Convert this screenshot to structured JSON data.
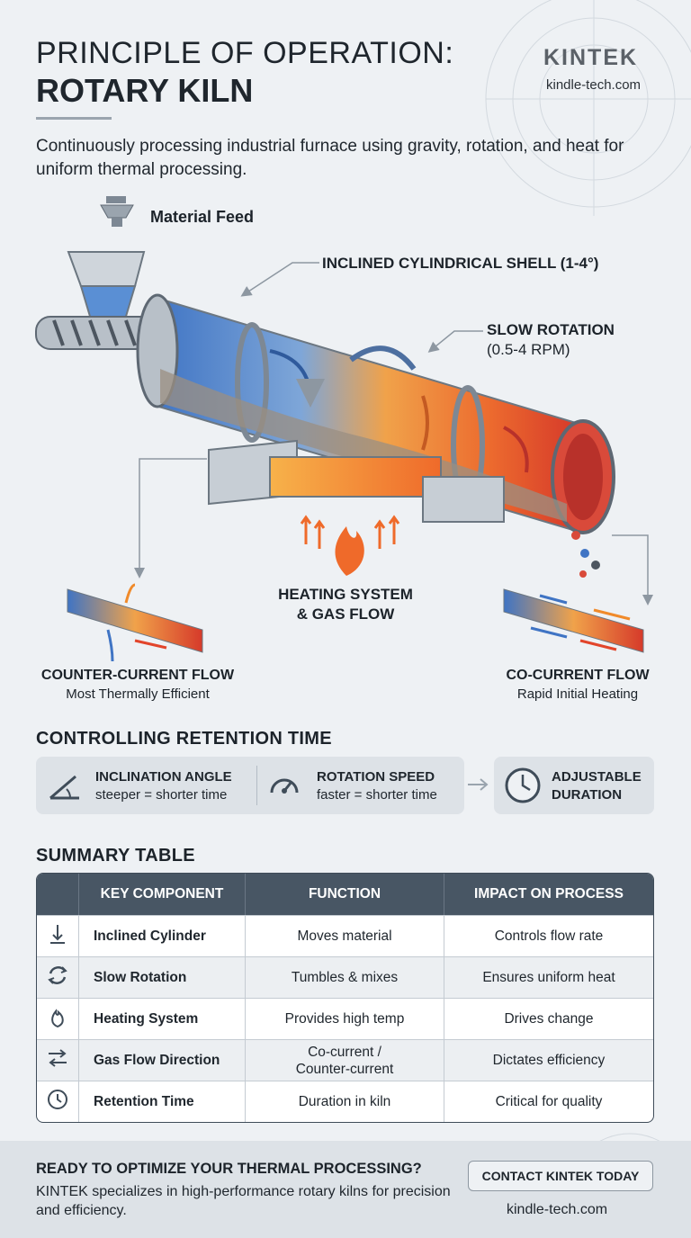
{
  "header": {
    "title_line1": "PRINCIPLE OF OPERATION:",
    "title_line2": "ROTARY KILN",
    "brand": "KINTEK",
    "brand_url": "kindle-tech.com",
    "intro": "Continuously processing industrial furnace using gravity, rotation, and heat for uniform thermal processing."
  },
  "diagram": {
    "material_feed": "Material Feed",
    "shell_label": "INCLINED CYLINDRICAL SHELL (1-4°)",
    "rotation_label": "SLOW ROTATION",
    "rotation_sub": "(0.5-4 RPM)",
    "heating_label_1": "HEATING SYSTEM",
    "heating_label_2": "& GAS FLOW",
    "counter_title": "COUNTER-CURRENT FLOW",
    "counter_sub": "Most Thermally Efficient",
    "co_title": "CO-CURRENT FLOW",
    "co_sub": "Rapid Initial Heating"
  },
  "retention": {
    "title": "CONTROLLING RETENTION TIME",
    "inclination_title": "INCLINATION ANGLE",
    "inclination_sub": "steeper = shorter time",
    "rotation_title": "ROTATION SPEED",
    "rotation_sub": "faster = shorter time",
    "duration_line1": "ADJUSTABLE",
    "duration_line2": "DURATION"
  },
  "summary": {
    "title": "SUMMARY TABLE",
    "headers": [
      "KEY COMPONENT",
      "FUNCTION",
      "IMPACT ON PROCESS"
    ],
    "rows": [
      {
        "icon": "down-arrow-icon",
        "component": "Inclined Cylinder",
        "function": "Moves material",
        "impact": "Controls flow rate"
      },
      {
        "icon": "rotate-icon",
        "component": "Slow Rotation",
        "function": "Tumbles & mixes",
        "impact": "Ensures uniform heat"
      },
      {
        "icon": "flame-icon",
        "component": "Heating System",
        "function": "Provides high temp",
        "impact": "Drives change"
      },
      {
        "icon": "bidirectional-arrows-icon",
        "component": "Gas Flow Direction",
        "function_line1": "Co-current /",
        "function_line2": "Counter-current",
        "impact": "Dictates efficiency"
      },
      {
        "icon": "clock-icon",
        "component": "Retention Time",
        "function": "Duration in kiln",
        "impact": "Critical for quality"
      }
    ]
  },
  "footer": {
    "cta_title": "READY TO OPTIMIZE YOUR THERMAL PROCESSING?",
    "cta_text": "KINTEK specializes in high-performance rotary kilns for precision and efficiency.",
    "button_label": "CONTACT KINTEK TODAY",
    "url": "kindle-tech.com"
  },
  "colors": {
    "cold": "#3f74c4",
    "hot": "#e2452b",
    "accent_orange": "#f08a2a",
    "table_header": "#485664"
  }
}
